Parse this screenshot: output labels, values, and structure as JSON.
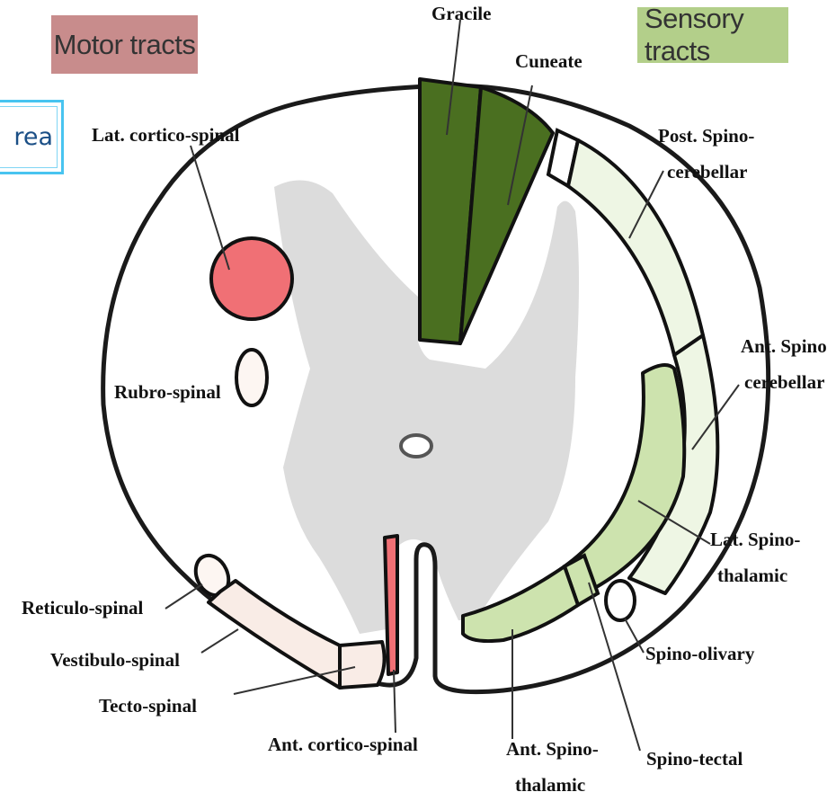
{
  "headers": {
    "motor": "Motor tracts",
    "sensory": "Sensory tracts",
    "area_fragment": "rea"
  },
  "colors": {
    "motor_header": "#c88c8c",
    "sensory_header": "#b3cf8a",
    "dorsal_columns": "#4a6f20",
    "lateral_corticospinal": "#f07075",
    "light_green_tract": "#cde3ae",
    "pale_green_tract": "#eef6e4",
    "pale_pink_tract": "#f9ece6",
    "grey_matter": "#dcdcdc",
    "callout_border": "#48c4f0"
  },
  "labels": {
    "gracile": "Gracile",
    "cuneate": "Cuneate",
    "lat_cortico_spinal": "Lat. cortico-spinal",
    "rubro_spinal": "Rubro-spinal",
    "post_spino_cerebellar_1": "Post. Spino-",
    "post_spino_cerebellar_2": "cerebellar",
    "ant_spino_cerebellar_1": "Ant. Spino",
    "ant_spino_cerebellar_2": "cerebellar",
    "lat_spino_thalamic_1": "Lat. Spino-",
    "lat_spino_thalamic_2": "thalamic",
    "spino_olivary": "Spino-olivary",
    "spino_tectal": "Spino-tectal",
    "ant_spino_thalamic_1": "Ant. Spino-",
    "ant_spino_thalamic_2": "thalamic",
    "ant_cortico_spinal": "Ant. cortico-spinal",
    "reticulo_spinal": "Reticulo-spinal",
    "vestibulo_spinal": "Vestibulo-spinal",
    "tecto_spinal": "Tecto-spinal"
  }
}
